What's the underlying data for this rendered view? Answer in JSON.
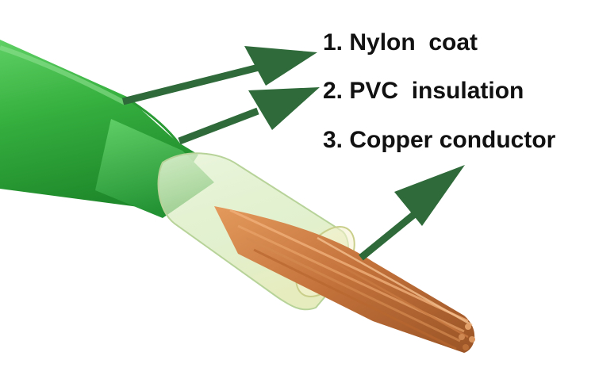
{
  "labels": {
    "nylon": "1. Nylon  coat",
    "pvc": "2. PVC  insulation",
    "copper": "3. Copper conductor"
  },
  "colors": {
    "arrow": "#2f6b3a",
    "cable_green": "#3fb24a",
    "copper": "#c9773f",
    "text": "#111111"
  }
}
